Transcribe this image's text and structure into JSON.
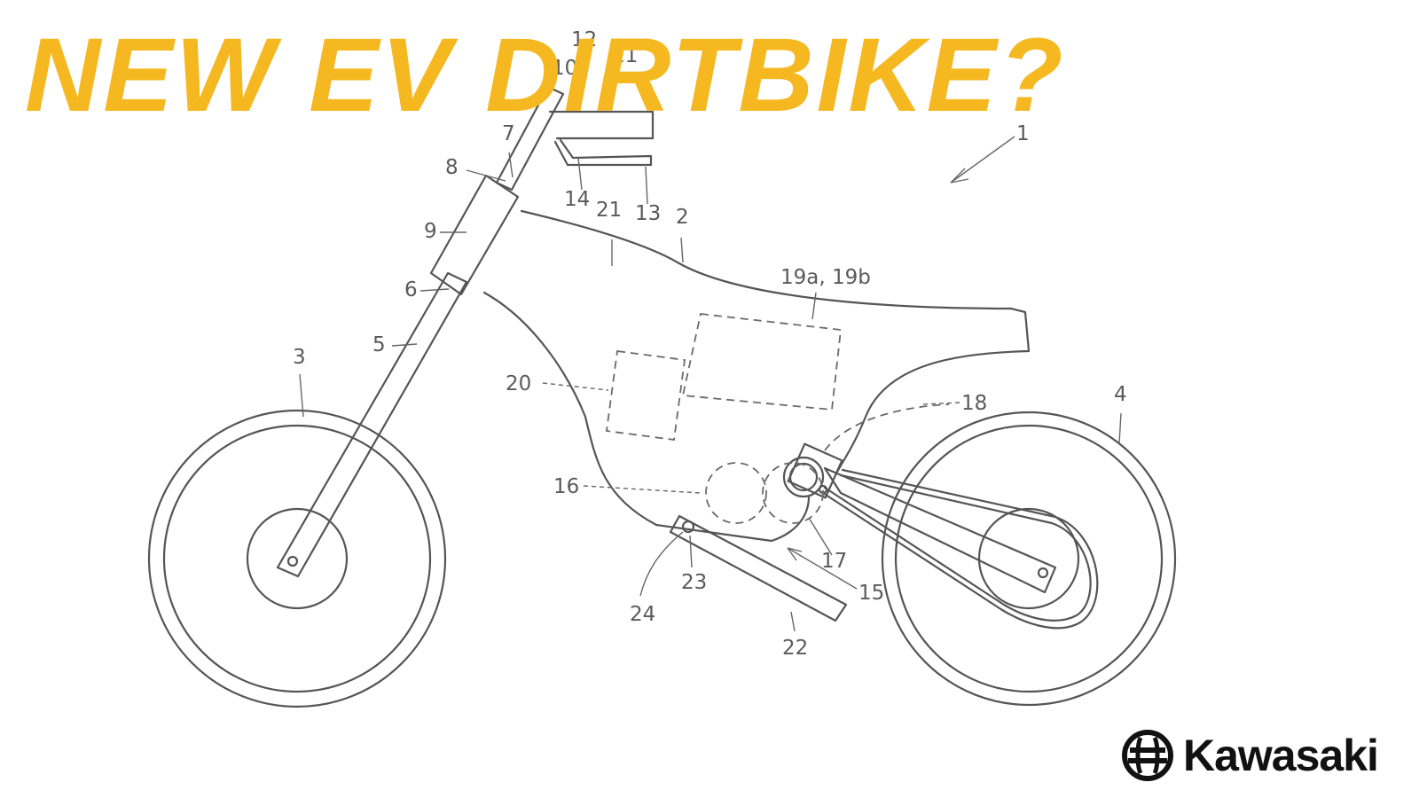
{
  "headline": "NEW EV DIRTBIKE?",
  "brand": {
    "name": "Kawasaki",
    "icon": "kawasaki-river-mark-icon"
  },
  "colors": {
    "headline": "#f6b820",
    "line": "#555555",
    "brand": "#111111"
  },
  "patent_labels": {
    "n1": "1",
    "n2": "2",
    "n3": "3",
    "n4": "4",
    "n5": "5",
    "n6": "6",
    "n7": "7",
    "n8": "8",
    "n9": "9",
    "n10": "10",
    "n11": "11",
    "n12": "12",
    "n13": "13",
    "n14": "14",
    "n15": "15",
    "n16": "16",
    "n17": "17",
    "n18": "18",
    "n19": "19a, 19b",
    "n20": "20",
    "n21": "21",
    "n22": "22",
    "n23": "23",
    "n24": "24"
  }
}
